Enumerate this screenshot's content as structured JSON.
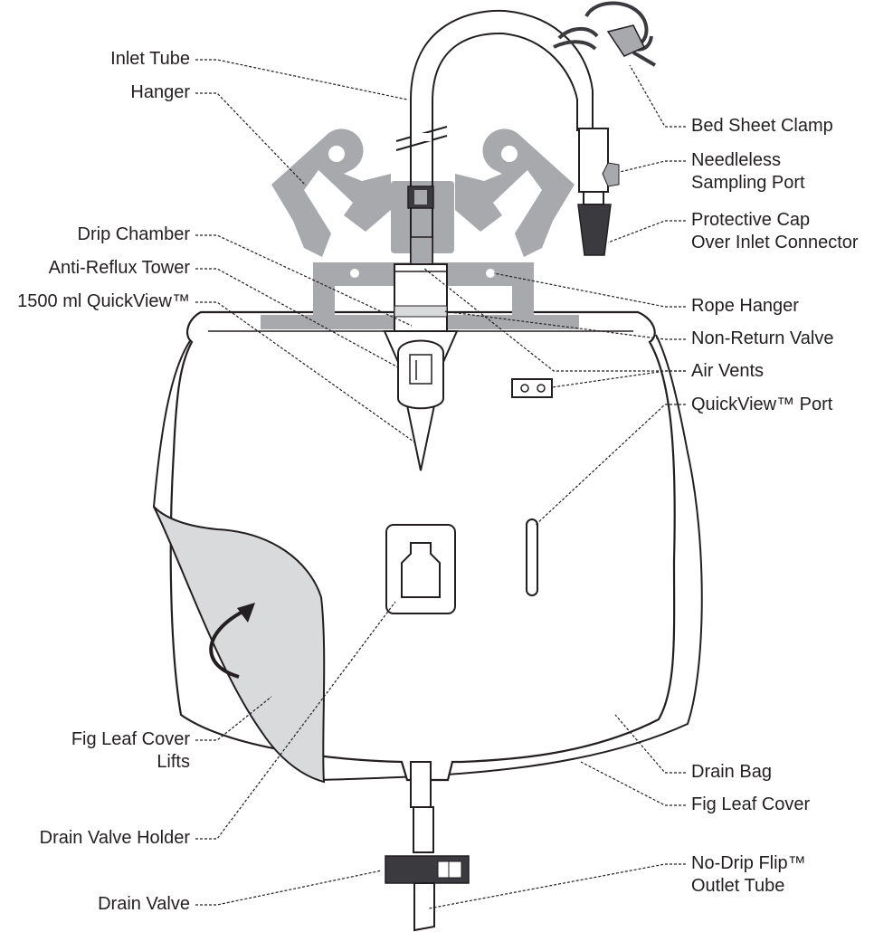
{
  "colors": {
    "outline": "#231f20",
    "hanger_gray": "#a7a9ac",
    "cover_fill": "#d9dadc",
    "dark_part": "#3a3a3f",
    "white": "#ffffff"
  },
  "labels": {
    "inlet_tube": "Inlet Tube",
    "hanger": "Hanger",
    "drip_chamber": "Drip Chamber",
    "anti_reflux_tower": "Anti-Reflux Tower",
    "quickview_1500": "1500 ml QuickView™",
    "bed_sheet_clamp": "Bed Sheet Clamp",
    "needleless_port": [
      "Needleless",
      "Sampling Port"
    ],
    "protective_cap": [
      "Protective Cap",
      "Over Inlet Connector"
    ],
    "rope_hanger": "Rope Hanger",
    "non_return_valve": "Non-Return Valve",
    "air_vents": "Air Vents",
    "quickview_port": "QuickView™ Port",
    "fig_leaf_lifts": [
      "Fig Leaf Cover",
      "Lifts"
    ],
    "drain_valve_holder": "Drain Valve Holder",
    "drain_bag": "Drain Bag",
    "fig_leaf_cover": "Fig Leaf Cover",
    "drain_valve": "Drain Valve",
    "outlet_tube": [
      "No-Drip Flip™",
      "Outlet Tube"
    ]
  }
}
